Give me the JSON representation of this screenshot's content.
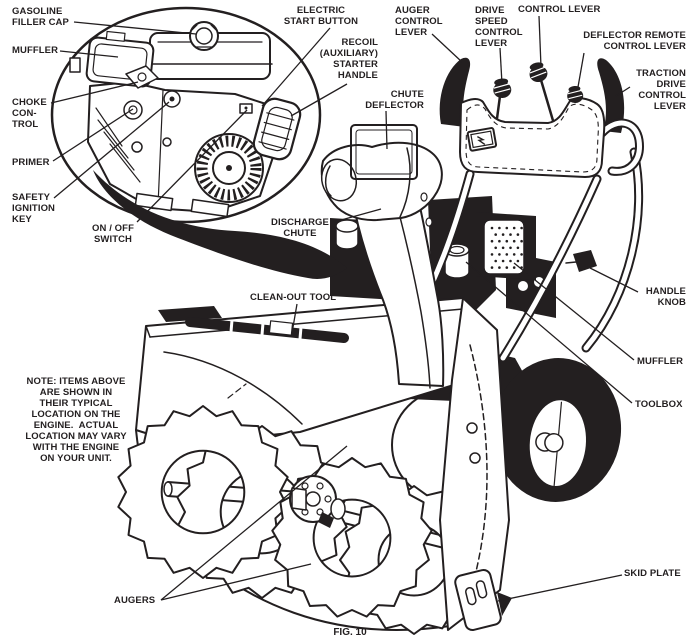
{
  "figure": {
    "caption": "FIG. 10"
  },
  "colors": {
    "ink": "#231f20",
    "background": "#ffffff"
  },
  "note": "NOTE: ITEMS ABOVE\nARE SHOWN IN\nTHEIR TYPICAL\nLOCATION ON THE\nENGINE.  ACTUAL\nLOCATION MAY VARY\nWITH THE ENGINE\nON YOUR UNIT.",
  "labels": {
    "gasoline_filler_cap": "GASOLINE\nFILLER CAP",
    "muffler_engine": "MUFFLER",
    "choke_control": "CHOKE\nCON-\nTROL",
    "primer": "PRIMER",
    "safety_ignition_key": "SAFETY\nIGNITION\nKEY",
    "on_off_switch": "ON / OFF\nSWITCH",
    "electric_start_button": "ELECTRIC\nSTART BUTTON",
    "recoil_starter_handle": "RECOIL\n(AUXILIARY)\nSTARTER\nHANDLE",
    "auger_control_lever": "AUGER\nCONTROL\nLEVER",
    "drive_speed_control_lever": "DRIVE\nSPEED\nCONTROL\nLEVER",
    "control_lever": "CONTROL LEVER",
    "deflector_remote_control_lever": "DEFLECTOR REMOTE\nCONTROL LEVER",
    "traction_drive_control_lever": "TRACTION\nDRIVE\nCONTROL\nLEVER",
    "chute_deflector": "CHUTE\nDEFLECTOR",
    "discharge_chute": "DISCHARGE\nCHUTE",
    "clean_out_tool": "CLEAN-OUT TOOL",
    "handle_knob": "HANDLE\nKNOB",
    "muffler_machine": "MUFFLER",
    "toolbox": "TOOLBOX",
    "augers": "AUGERS",
    "skid_plate": "SKID PLATE"
  }
}
